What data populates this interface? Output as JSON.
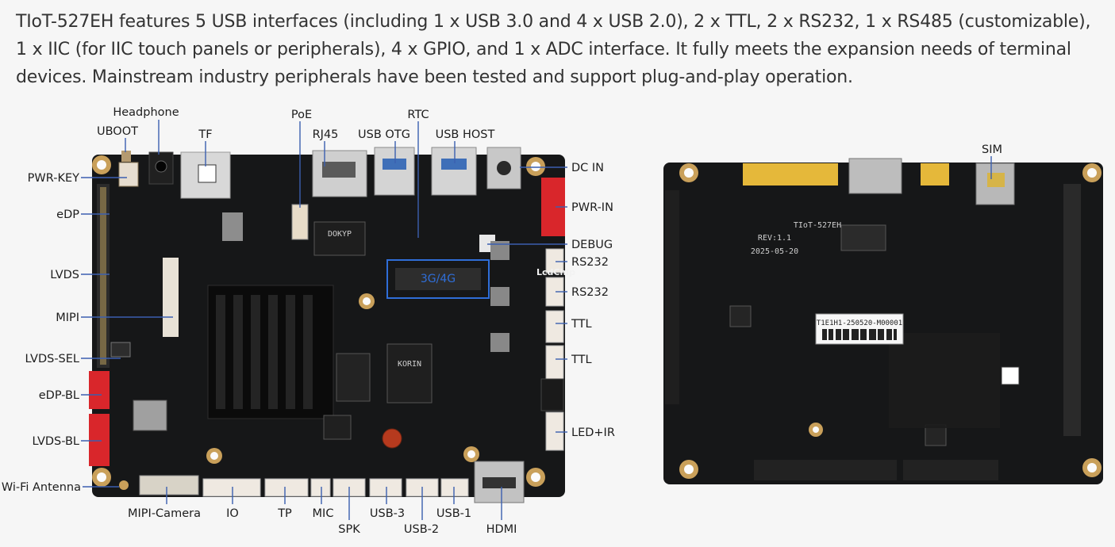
{
  "intro_text": "TIoT-527EH features 5 USB interfaces (including 1 x USB 3.0 and 4 x USB 2.0), 2 x TTL, 2 x RS232, 1 x RS485 (customizable), 1 x IIC (for IIC touch panels or peripherals), 4 x GPIO, and 1 x ADC interface. It fully meets the expansion needs of terminal devices. Mainstream industry peripherals have been tested and support plug-and-play operation.",
  "front_labels": {
    "headphone": "Headphone",
    "uboot": "UBOOT",
    "tf": "TF",
    "poe": "PoE",
    "rj45": "RJ45",
    "rtc": "RTC",
    "usb_otg": "USB OTG",
    "usb_host": "USB HOST",
    "pwr_key": "PWR-KEY",
    "edp": "eDP",
    "lvds": "LVDS",
    "mipi": "MIPI",
    "lvds_sel": "LVDS-SEL",
    "edp_bl": "eDP-BL",
    "lvds_bl": "LVDS-BL",
    "wifi_antenna": "Wi-Fi Antenna",
    "mipi_camera": "MIPI-Camera",
    "io": "IO",
    "tp": "TP",
    "mic": "MIC",
    "spk": "SPK",
    "usb3": "USB-3",
    "usb2": "USB-2",
    "usb1": "USB-1",
    "hdmi": "HDMI",
    "dc_in": "DC IN",
    "pwr_in": "PWR-IN",
    "debug": "DEBUG",
    "rs232_a": "RS232",
    "rs232_b": "RS232",
    "ttl_a": "TTL",
    "ttl_b": "TTL",
    "led_ir": "LED+IR"
  },
  "back_labels": {
    "sim": "SIM"
  },
  "board_markings": {
    "module_slot": "3G/4G",
    "watermark": "LcdChip",
    "back_model": "TIoT-527EH",
    "back_rev": "REV:1.1",
    "back_date": "2025-05-20",
    "serial": "T1E1H1-250520-M00001",
    "chip_top": "DOKYP",
    "chip_brand": "KORIN"
  },
  "colors": {
    "pcb": "#161718",
    "label_text": "#1d1d1d",
    "connector_red": "#d9262b",
    "connector_white": "#efe9e1",
    "highlight_blue": "#2f6ed8",
    "leader_blue": "#3b5fb0",
    "mount_gold": "#c9a05a"
  }
}
